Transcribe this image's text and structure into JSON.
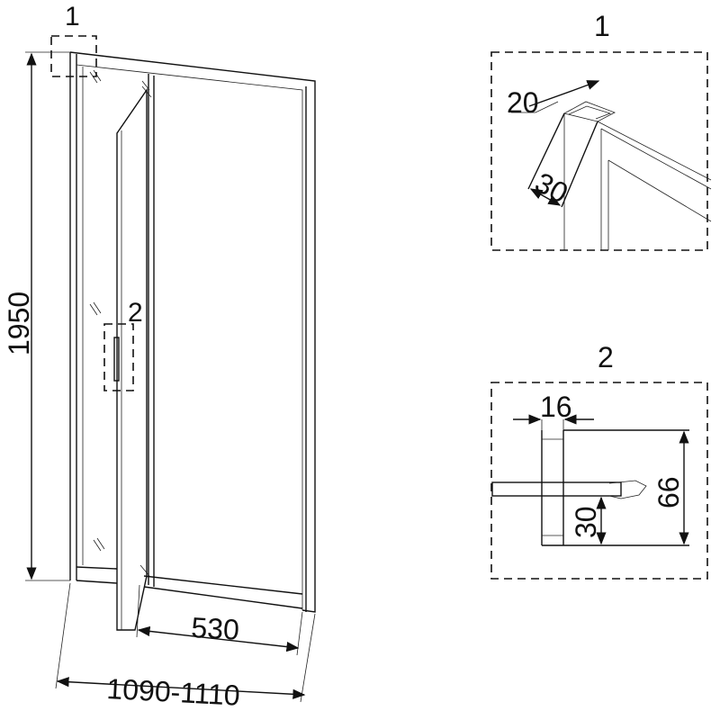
{
  "main_view": {
    "height_dim": "1950",
    "door_width_dim": "530",
    "total_width_dim": "1090-1110",
    "callout_1": "1",
    "callout_2": "2"
  },
  "detail_1": {
    "title": "1",
    "width_dim": "20",
    "depth_dim": "30"
  },
  "detail_2": {
    "title": "2",
    "width_dim": "16",
    "height_dim": "66",
    "offset_dim": "30"
  }
}
